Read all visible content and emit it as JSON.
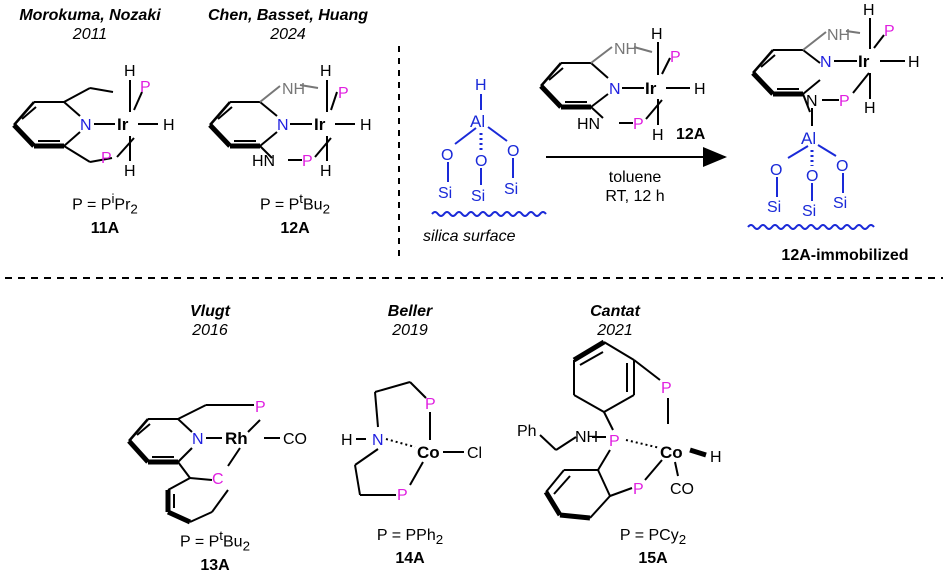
{
  "colors": {
    "phosphorus": "#e020e0",
    "nitrogen": "#2020e0",
    "support": "#1a2ad8",
    "nh_gray": "#777777",
    "bond": "#000000"
  },
  "atoms": {
    "P": "P",
    "N": "N",
    "Ir": "Ir",
    "Rh": "Rh",
    "Co": "Co",
    "H": "H",
    "C": "C",
    "Al": "Al",
    "O": "O",
    "Si": "Si",
    "HN": "HN",
    "NH": "NH",
    "CO": "CO",
    "Cl": "Cl",
    "Ph": "Ph",
    "H_amine": "H"
  },
  "complexes": [
    {
      "id": "11A",
      "authors": "Morokuma, Nozaki",
      "year": "2011",
      "p_def_prefix": "P = P",
      "p_def_sup": "i",
      "p_def_suffix": "Pr",
      "p_def_sub": "2",
      "label": "11A"
    },
    {
      "id": "12A",
      "authors": "Chen, Basset, Huang",
      "year": "2024",
      "p_def_prefix": "P = P",
      "p_def_sup": "t",
      "p_def_suffix": "Bu",
      "p_def_sub": "2",
      "label": "12A"
    },
    {
      "id": "13A",
      "authors": "Vlugt",
      "year": "2016",
      "p_def_prefix": "P = P",
      "p_def_sup": "t",
      "p_def_suffix": "Bu",
      "p_def_sub": "2",
      "label": "13A"
    },
    {
      "id": "14A",
      "authors": "Beller",
      "year": "2019",
      "p_def_prefix": "P = PPh",
      "p_def_sup": "",
      "p_def_suffix": "",
      "p_def_sub": "2",
      "label": "14A"
    },
    {
      "id": "15A",
      "authors": "Cantat",
      "year": "2021",
      "p_def_prefix": "P = PCy",
      "p_def_sup": "",
      "p_def_suffix": "",
      "p_def_sub": "2",
      "label": "15A"
    }
  ],
  "reaction": {
    "reagent_label": "12A",
    "solvent": "toluene",
    "conditions": "RT, 12 h",
    "surface_label": "silica surface",
    "product_label": "12A-immobilized"
  }
}
